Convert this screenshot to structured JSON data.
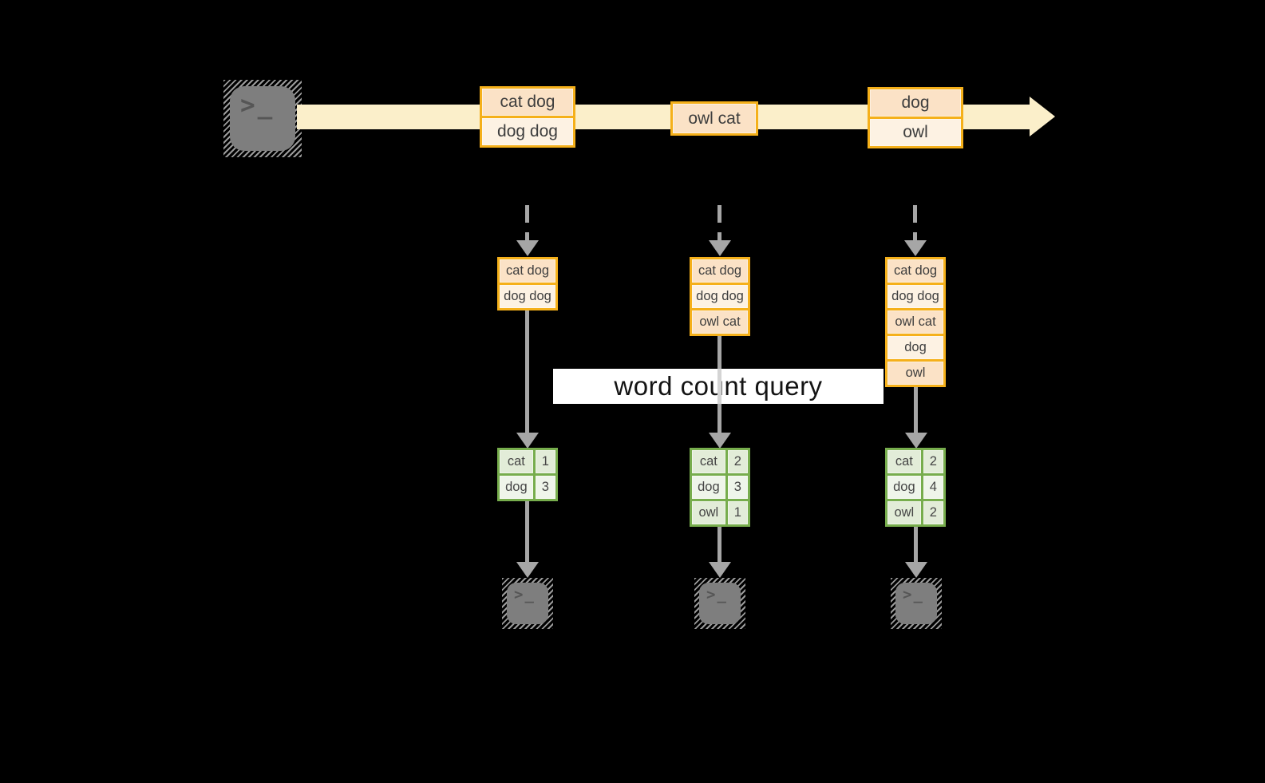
{
  "colors": {
    "background": "#000000",
    "stream_band": "#FBEFCA",
    "amber_border": "#F5B01A",
    "cell_peach": "#FBE2C6",
    "cell_cream": "#FDF2E3",
    "green_border": "#77AD4D",
    "green_cell_dark": "#E2ECD8",
    "green_cell_light": "#EFF5EA",
    "arrow_gray": "#A6A6A6",
    "terminal_gray": "#7E7E7E"
  },
  "icons": {
    "prompt_glyph": ">_"
  },
  "query_band": {
    "label": "word count query"
  },
  "stream": {
    "batches": [
      {
        "lines": [
          "cat dog",
          "dog dog"
        ]
      },
      {
        "lines": [
          "owl cat"
        ]
      },
      {
        "lines": [
          "dog",
          "owl"
        ]
      }
    ]
  },
  "micro_batches": [
    {
      "input_lines": [
        "cat dog",
        "dog dog"
      ],
      "counts": [
        {
          "word": "cat",
          "count": "1"
        },
        {
          "word": "dog",
          "count": "3"
        }
      ]
    },
    {
      "input_lines": [
        "cat dog",
        "dog dog",
        "owl cat"
      ],
      "counts": [
        {
          "word": "cat",
          "count": "2"
        },
        {
          "word": "dog",
          "count": "3"
        },
        {
          "word": "owl",
          "count": "1"
        }
      ]
    },
    {
      "input_lines": [
        "cat dog",
        "dog dog",
        "owl cat",
        "dog",
        "owl"
      ],
      "counts": [
        {
          "word": "cat",
          "count": "2"
        },
        {
          "word": "dog",
          "count": "4"
        },
        {
          "word": "owl",
          "count": "2"
        }
      ]
    }
  ]
}
